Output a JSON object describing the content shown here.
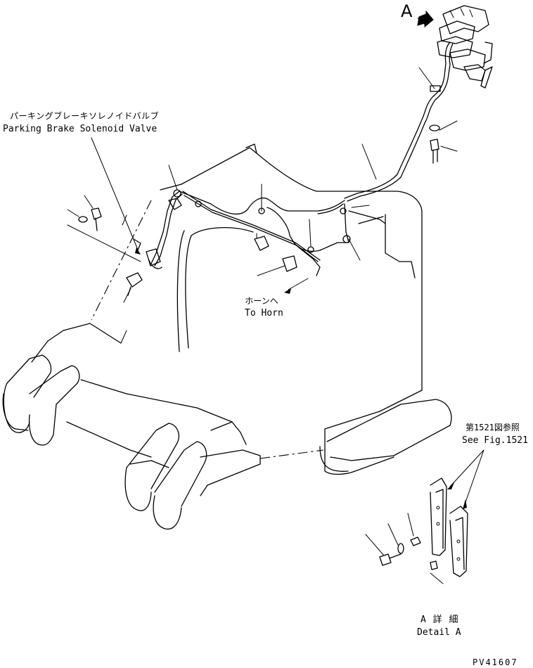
{
  "labels": {
    "detail_marker": "A",
    "parking_valve_jp": "パーキングブレーキソレノイドバルブ",
    "parking_valve_en": "Parking Brake Solenoid Valve",
    "horn_jp": "ホーンへ",
    "horn_en": "To Horn",
    "see_fig_jp": "第1521図参照",
    "see_fig_en": "See Fig.1521",
    "detail_jp": "A 詳 細",
    "detail_en": "Detail A",
    "drawing_number": "PV41607"
  }
}
